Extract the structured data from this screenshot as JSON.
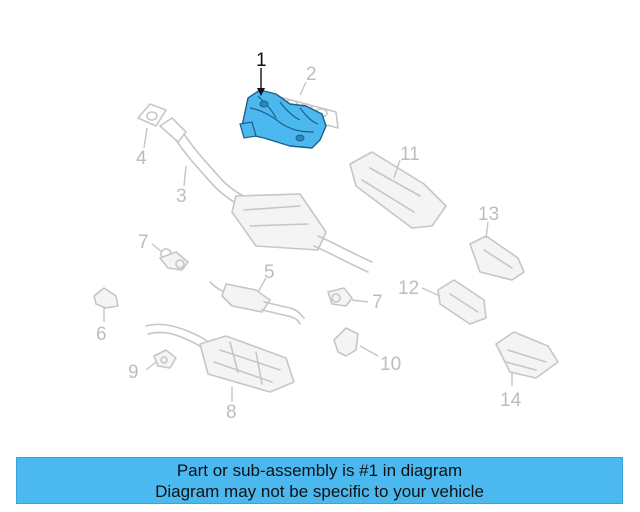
{
  "diagram": {
    "highlight_color": "#4cb8f0",
    "callouts": [
      {
        "id": "1",
        "label": "1",
        "highlighted": true
      },
      {
        "id": "2",
        "label": "2"
      },
      {
        "id": "3",
        "label": "3"
      },
      {
        "id": "4",
        "label": "4"
      },
      {
        "id": "5",
        "label": "5"
      },
      {
        "id": "6",
        "label": "6"
      },
      {
        "id": "7a",
        "label": "7"
      },
      {
        "id": "7b",
        "label": "7"
      },
      {
        "id": "8",
        "label": "8"
      },
      {
        "id": "9",
        "label": "9"
      },
      {
        "id": "10",
        "label": "10"
      },
      {
        "id": "11",
        "label": "11"
      },
      {
        "id": "12",
        "label": "12"
      },
      {
        "id": "13",
        "label": "13"
      },
      {
        "id": "14",
        "label": "14"
      }
    ]
  },
  "banner": {
    "color": "#4cb8f0",
    "line1": "Part or sub-assembly is #1 in diagram",
    "line2": "Diagram may not be specific to your vehicle"
  }
}
